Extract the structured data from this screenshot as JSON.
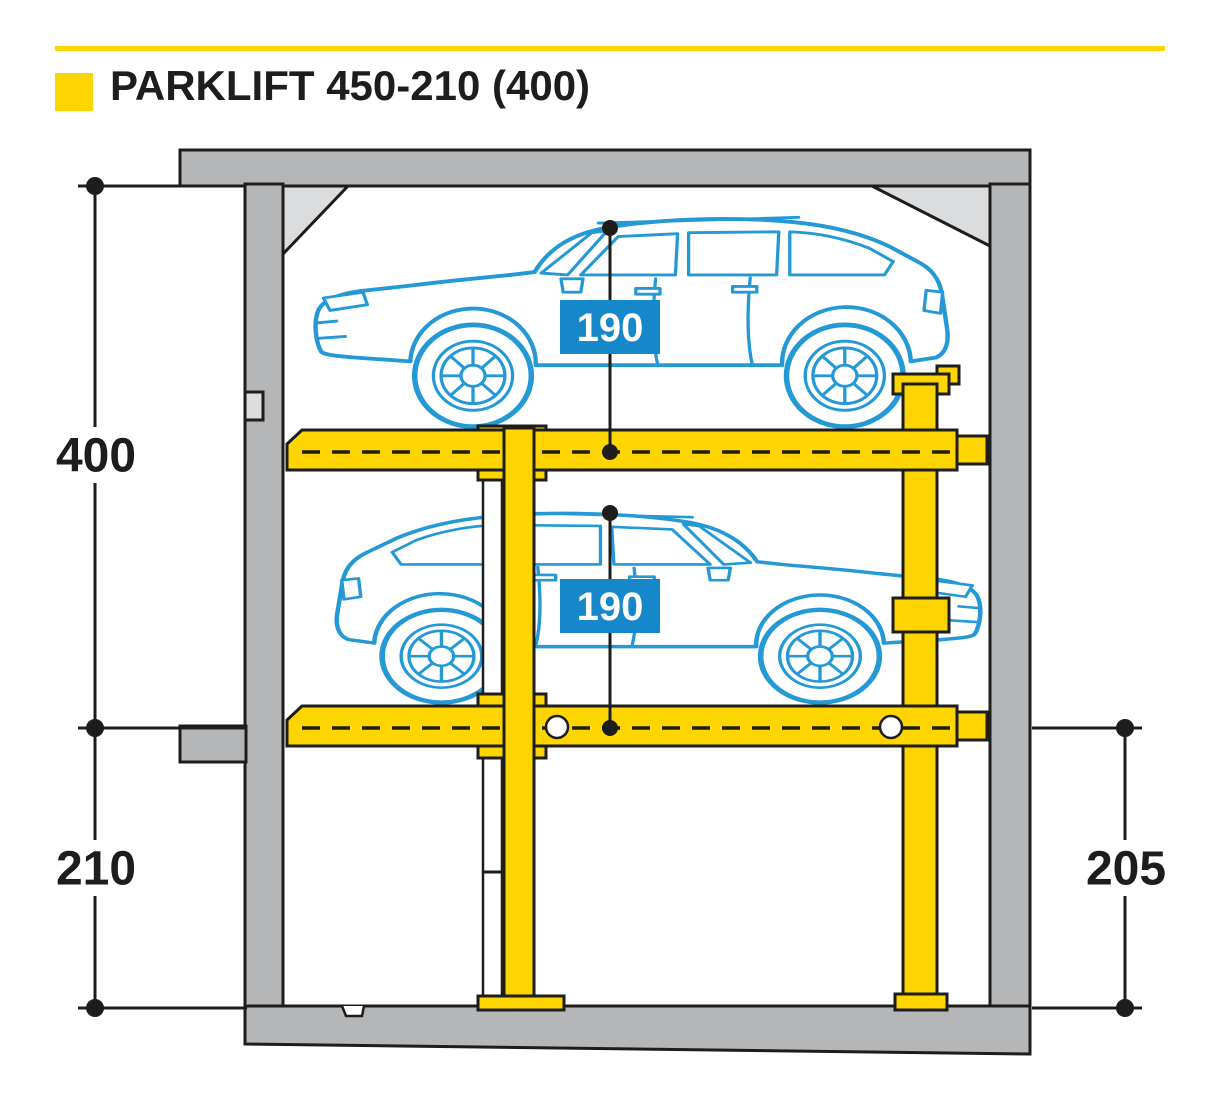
{
  "title": "PARKLIFT 450-210 (400)",
  "dimensions": {
    "ceiling_height": "400",
    "pit_depth": "210",
    "lower_clearance": "205",
    "upper_car_height": "190",
    "lower_car_height": "190"
  },
  "colors": {
    "accent_yellow": "#FFD500",
    "car_blue": "#2499D6",
    "badge_blue": "#1687C9",
    "concrete_gray": "#B5B6B7",
    "concrete_light": "#DBDCDD",
    "line_black": "#1D1D1B"
  }
}
